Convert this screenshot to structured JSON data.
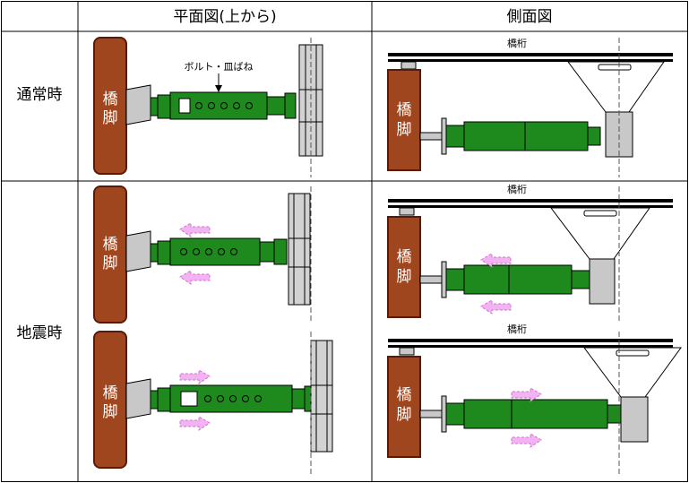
{
  "headers": {
    "plan": "平面図(上から)",
    "side": "側面図"
  },
  "rows": {
    "normal": "通常時",
    "quake": "地震時"
  },
  "labels": {
    "pier": [
      "橋",
      "脚"
    ],
    "girder": "橋桁",
    "bolt_spring": "ボルト・皿ばね"
  },
  "colors": {
    "pier_fill": "#a0461f",
    "pier_stroke": "#5a1a05",
    "green": "#1e8a1e",
    "green_dark": "#0e5c0e",
    "steel": "#c8c8c8",
    "arrow_fill": "#f3b3f3"
  }
}
